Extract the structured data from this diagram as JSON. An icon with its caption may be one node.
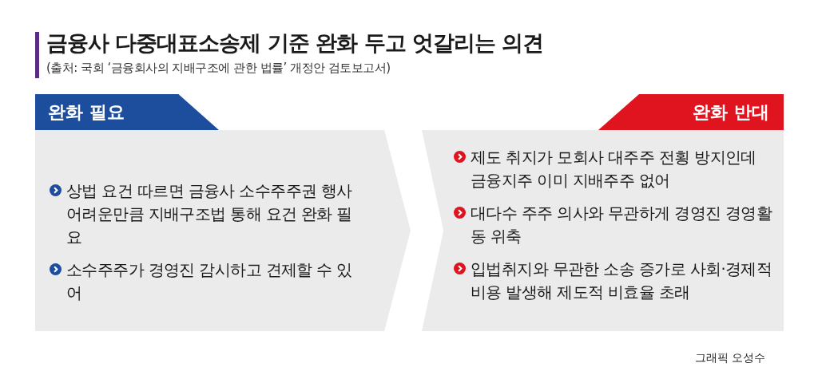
{
  "diagram": {
    "title": "금융사 다중대표소송제 기준 완화 두고 엇갈리는 의견",
    "caption": "(출처: 국회 ‘금융회사의 지배구조에 관한 법률’ 개정안 검토보고서)",
    "nodes": [
      {
        "text": [
          "완화 필요",
          "상법 요건 따르면 금융사 소수주주권 행사 어려운만큼 지배구조법 통해 요건 완화 필요",
          "소수주주가 경영진 감시하고 견제할 수 있어"
        ]
      },
      {
        "text": [
          "완화 반대",
          "제도 취지가 모회사 대주주 전횡 방지인데 금융지주 이미 지배주주 없어",
          "대다수 주주 의사와 무관하게 경영진 경영활동 위축",
          "입법취지와 무관한 소송 증가로 사회·경제적 비용 발생해 제도적 비효율 초래"
        ]
      }
    ],
    "labels": [
      "그래픽 오성수"
    ]
  }
}
